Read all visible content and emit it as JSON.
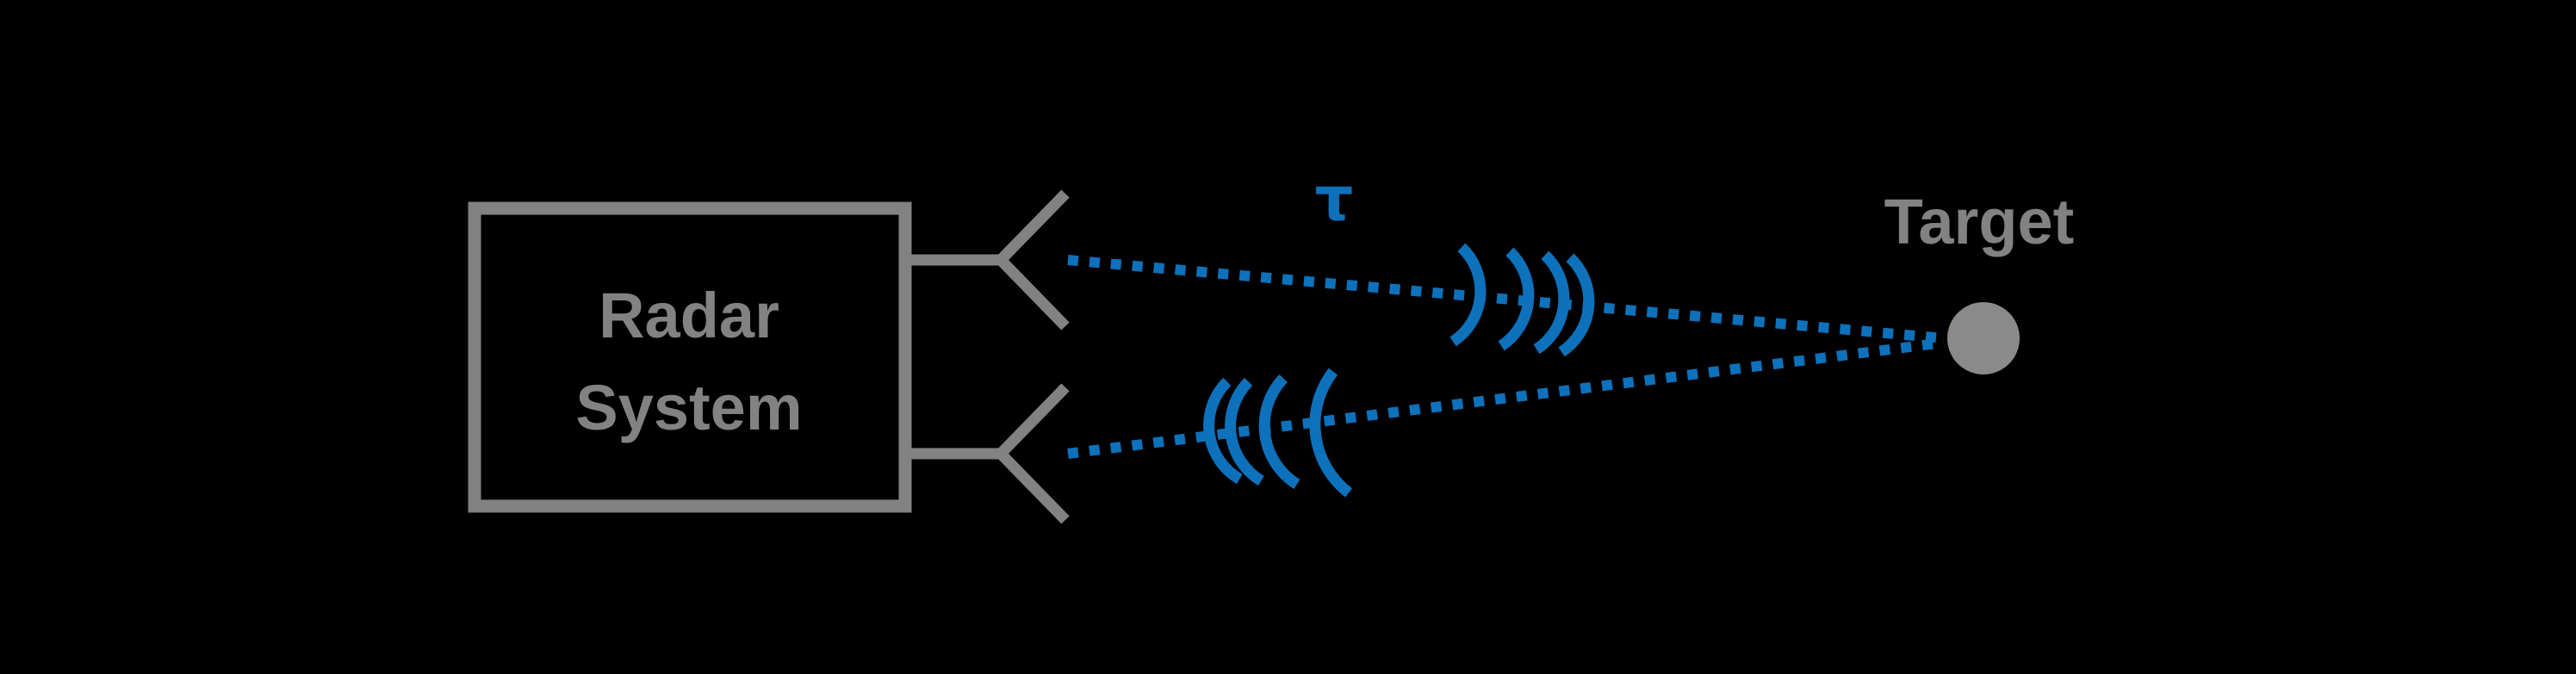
{
  "colors": {
    "background": "#000000",
    "gray": "#828282",
    "target_gray": "#8a8a8a",
    "blue": "#0e71bb"
  },
  "radar_box": {
    "line1": "Radar",
    "line2": "System"
  },
  "labels": {
    "delay": "τ",
    "target": "Target"
  },
  "icons": {
    "antenna_top": "antenna-icon",
    "antenna_bottom": "antenna-icon",
    "outgoing_waves": "wave-arcs-icon",
    "incoming_waves": "wave-arcs-icon",
    "target_dot": "target-dot-icon"
  }
}
